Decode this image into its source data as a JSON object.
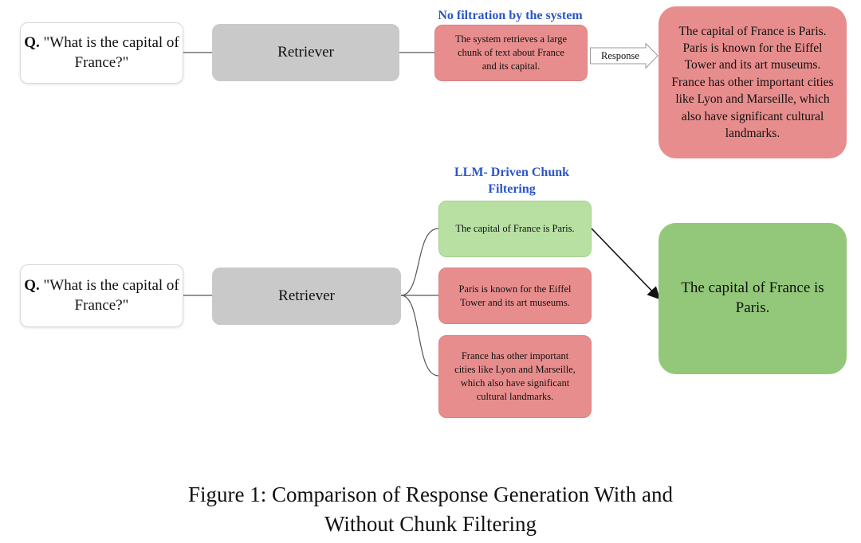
{
  "top_flow": {
    "question_prefix": "Q.",
    "question_text": "\"What is the capital of France?\"",
    "retriever_label": "Retriever",
    "filter_label": "No filtration by the system",
    "chunk_text": "The system retrieves a large chunk of text about France and its capital.",
    "arrow_label": "Response",
    "response_text": "The capital of France is Paris. Paris is known for the Eiffel Tower and its art museums. France has other important cities like Lyon and Marseille, which also have significant cultural landmarks."
  },
  "bottom_flow": {
    "question_prefix": "Q.",
    "question_text": "\"What is the capital of France?\"",
    "retriever_label": "Retriever",
    "filter_label": "LLM- Driven Chunk Filtering",
    "chunks": [
      {
        "text": "The capital of France is Paris.",
        "status": "kept"
      },
      {
        "text": "Paris is known for the Eiffel Tower and its art museums.",
        "status": "filtered"
      },
      {
        "text": "France has other important cities like Lyon and Marseille, which also have significant cultural landmarks.",
        "status": "filtered"
      }
    ],
    "response_text": "The capital of France is Paris."
  },
  "caption": "Figure 1: Comparison of Response Generation With and Without Chunk Filtering",
  "colors": {
    "filtered_chunk": "#e88d8d",
    "kept_chunk": "#b8e0a2",
    "final_response": "#93c87a",
    "retriever": "#c9c9c9",
    "label_blue": "#2a56c6"
  }
}
